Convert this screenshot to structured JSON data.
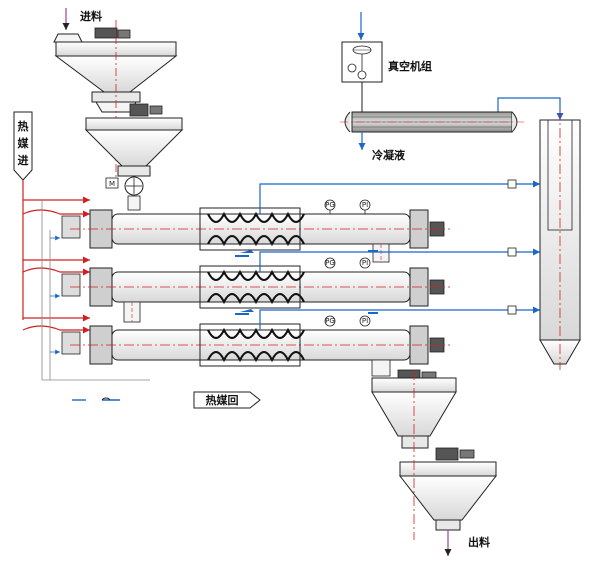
{
  "labels": {
    "feed_in": "进料",
    "heat_medium_in_1": "热",
    "heat_medium_in_2": "媒",
    "heat_medium_in_3": "进",
    "vacuum_unit": "真空机组",
    "condensate": "冷凝液",
    "heat_medium_return": "热媒回",
    "discharge": "出料",
    "motor": "M",
    "gauge_pg": "PG",
    "gauge_pi": "PI"
  },
  "colors": {
    "line": "#222222",
    "heat_medium": "#d22020",
    "vapor": "#1b66c9",
    "centerline": "#d22020",
    "equipment_fill": "#f4f4f4",
    "condenser_tubes": "#888888"
  }
}
